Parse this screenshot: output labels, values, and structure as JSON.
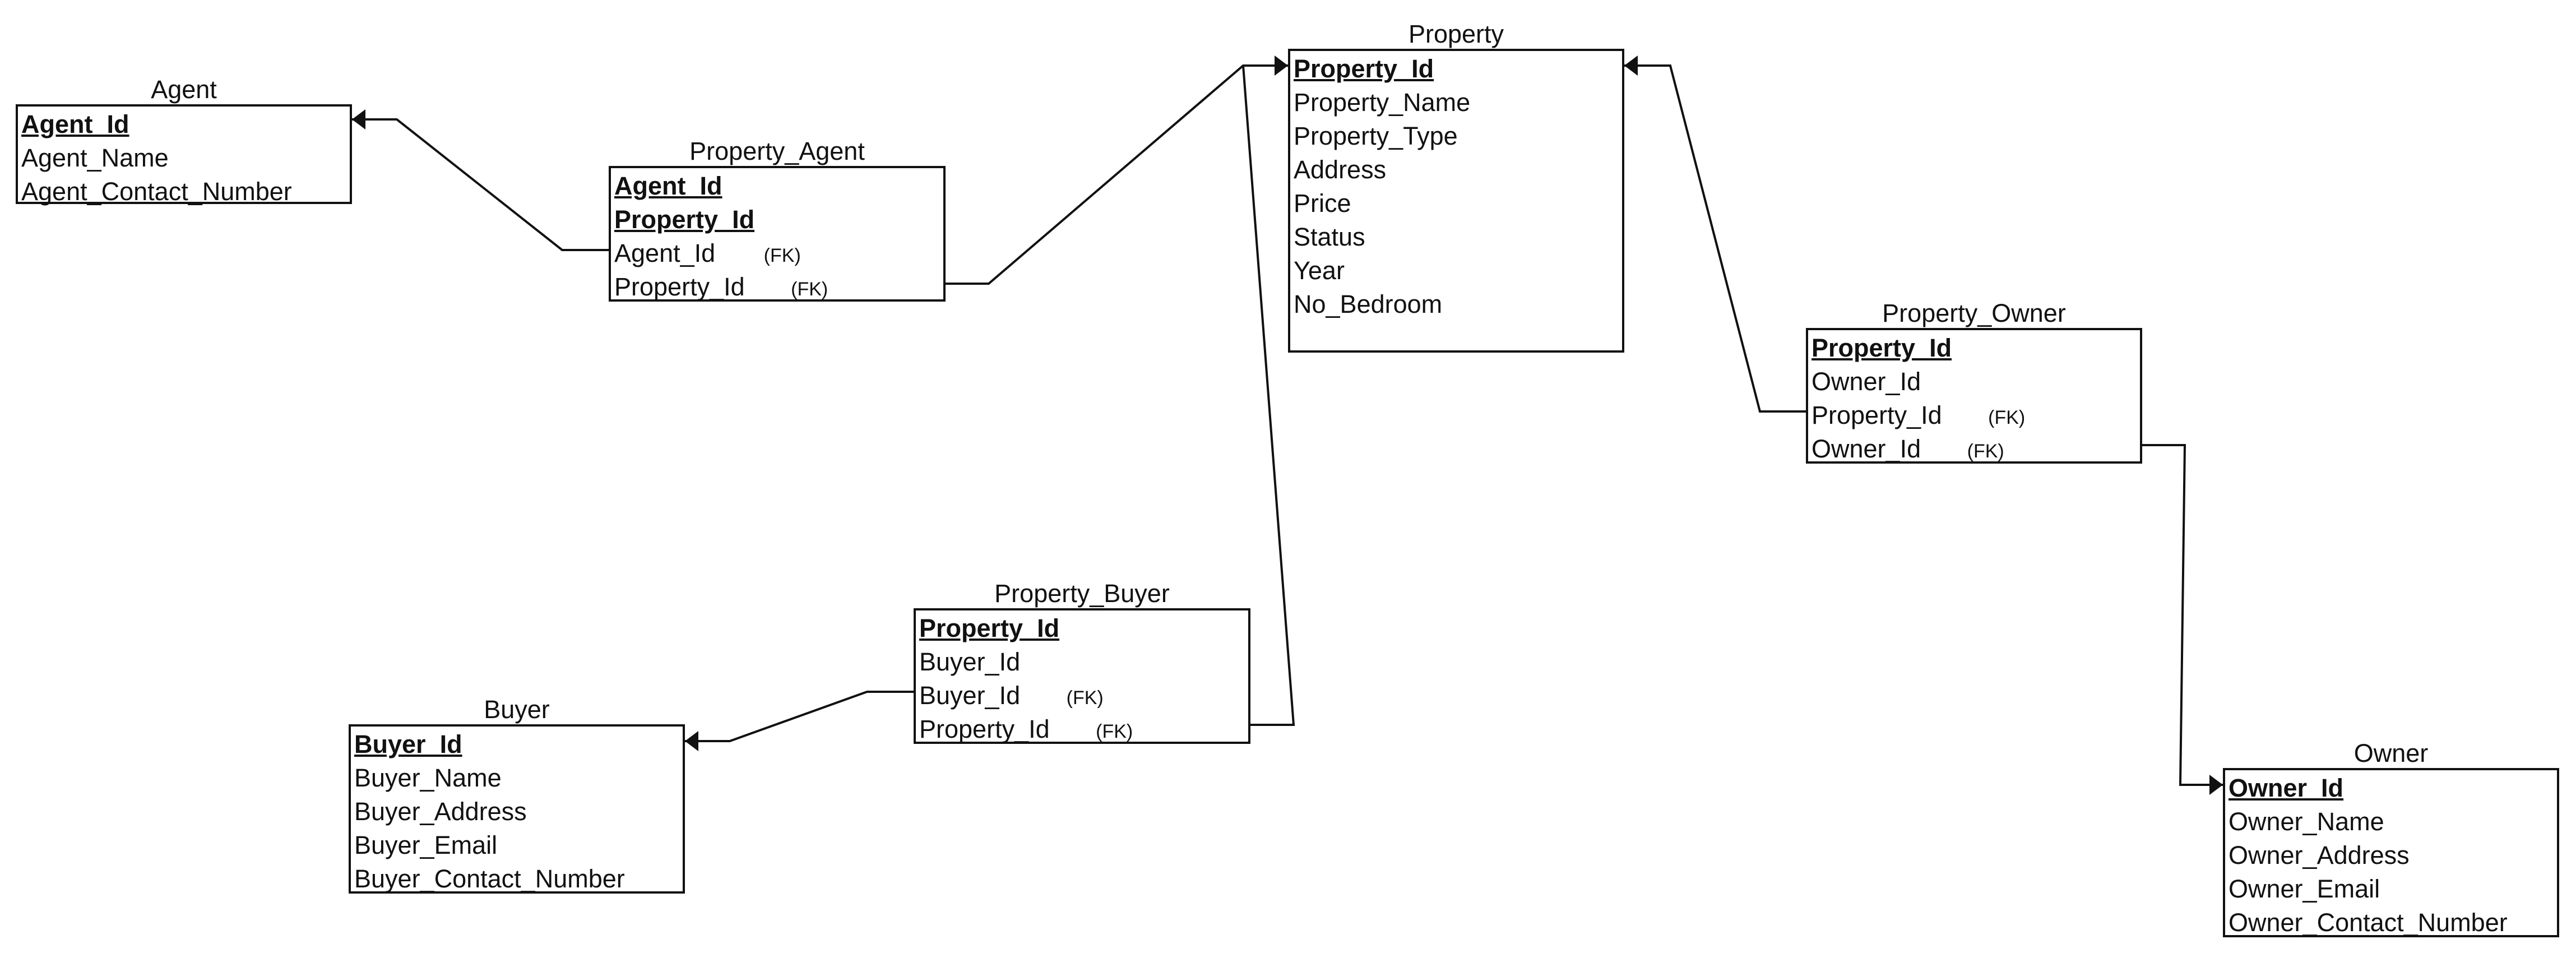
{
  "entities": {
    "agent": {
      "title": "Agent",
      "attrs": [
        "Agent_Id",
        "Agent_Name",
        "Agent_Contact_Number"
      ]
    },
    "property_agent": {
      "title": "Property_Agent",
      "attrs": [
        "Agent_Id",
        "Property_Id",
        "Agent_Id",
        "Property_Id"
      ],
      "fk": [
        "(FK)",
        "(FK)"
      ]
    },
    "property": {
      "title": "Property",
      "attrs": [
        "Property_Id",
        "Property_Name",
        "Property_Type",
        "Address",
        "Price",
        "Status",
        "Year",
        "No_Bedroom"
      ]
    },
    "property_owner": {
      "title": "Property_Owner",
      "attrs": [
        "Property_Id",
        "Owner_Id",
        "Property_Id",
        "Owner_Id"
      ],
      "fk": [
        "(FK)",
        "(FK)"
      ]
    },
    "property_buyer": {
      "title": "Property_Buyer",
      "attrs": [
        "Property_Id",
        "Buyer_Id",
        "Buyer_Id",
        "Property_Id"
      ],
      "fk": [
        "(FK)",
        "(FK)"
      ]
    },
    "buyer": {
      "title": "Buyer",
      "attrs": [
        "Buyer_Id",
        "Buyer_Name",
        "Buyer_Address",
        "Buyer_Email",
        "Buyer_Contact_Number"
      ]
    },
    "owner": {
      "title": "Owner",
      "attrs": [
        "Owner_Id",
        "Owner_Name",
        "Owner_Address",
        "Owner_Email",
        "Owner_Contact_Number"
      ]
    }
  },
  "colors": {
    "line": "#111111",
    "background": "#ffffff"
  }
}
